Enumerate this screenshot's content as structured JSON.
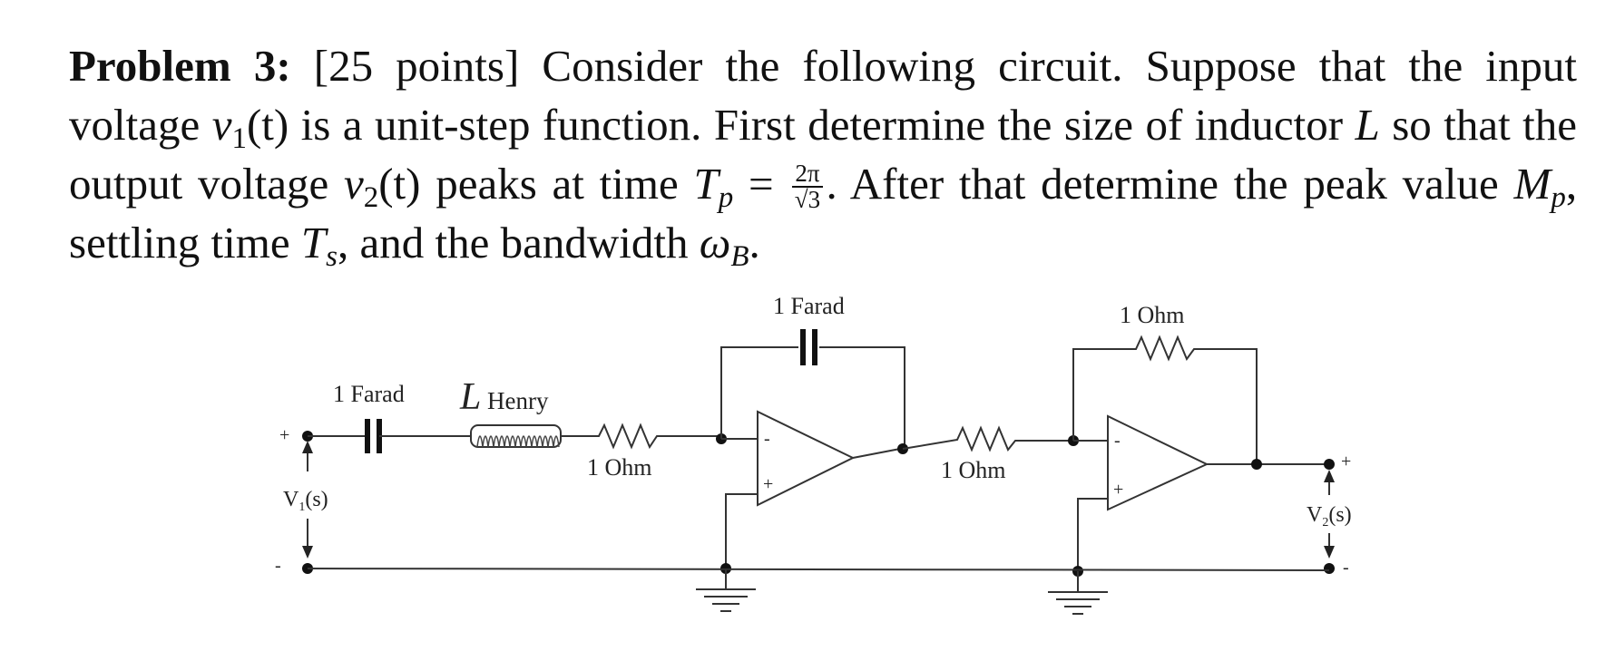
{
  "problem": {
    "heading": "Problem 3:",
    "points": "[25 points]",
    "p1": "Consider the following circuit. Suppose that the input voltage",
    "v1": "v",
    "v1_sub": "1",
    "t": "(t)",
    "p2": "is a unit-step function. First determine the size of inductor",
    "L": "L",
    "p3": "so that the output voltage",
    "v2": "v",
    "v2_sub": "2",
    "p4": "peaks at time",
    "Tp": "T",
    "Tp_sub": "p",
    "eq": "=",
    "frac_num": "2π",
    "frac_den": "√3",
    "p5": ". After that determine the peak value",
    "Mp": "M",
    "Mp_sub": "p",
    "p6": ", settling time",
    "Ts": "T",
    "Ts_sub": "s",
    "p7": ", and the bandwidth",
    "wB": "ω",
    "wB_sub": "B",
    "p8": "."
  },
  "circuit": {
    "cap1_label": "1 Farad",
    "inductor_label_L": "L",
    "inductor_label_unit": "Henry",
    "res1_label": "1 Ohm",
    "cap_fb_label": "1 Farad",
    "res2_label": "1 Ohm",
    "res_fb_label": "1 Ohm",
    "v1_label": "V",
    "v1_sub": "1",
    "v1_arg": "(s)",
    "v2_label": "V",
    "v2_sub": "2",
    "v2_arg": "(s)",
    "plus": "+",
    "minus": "-",
    "opamp_minus": "-",
    "opamp_plus": "+"
  }
}
